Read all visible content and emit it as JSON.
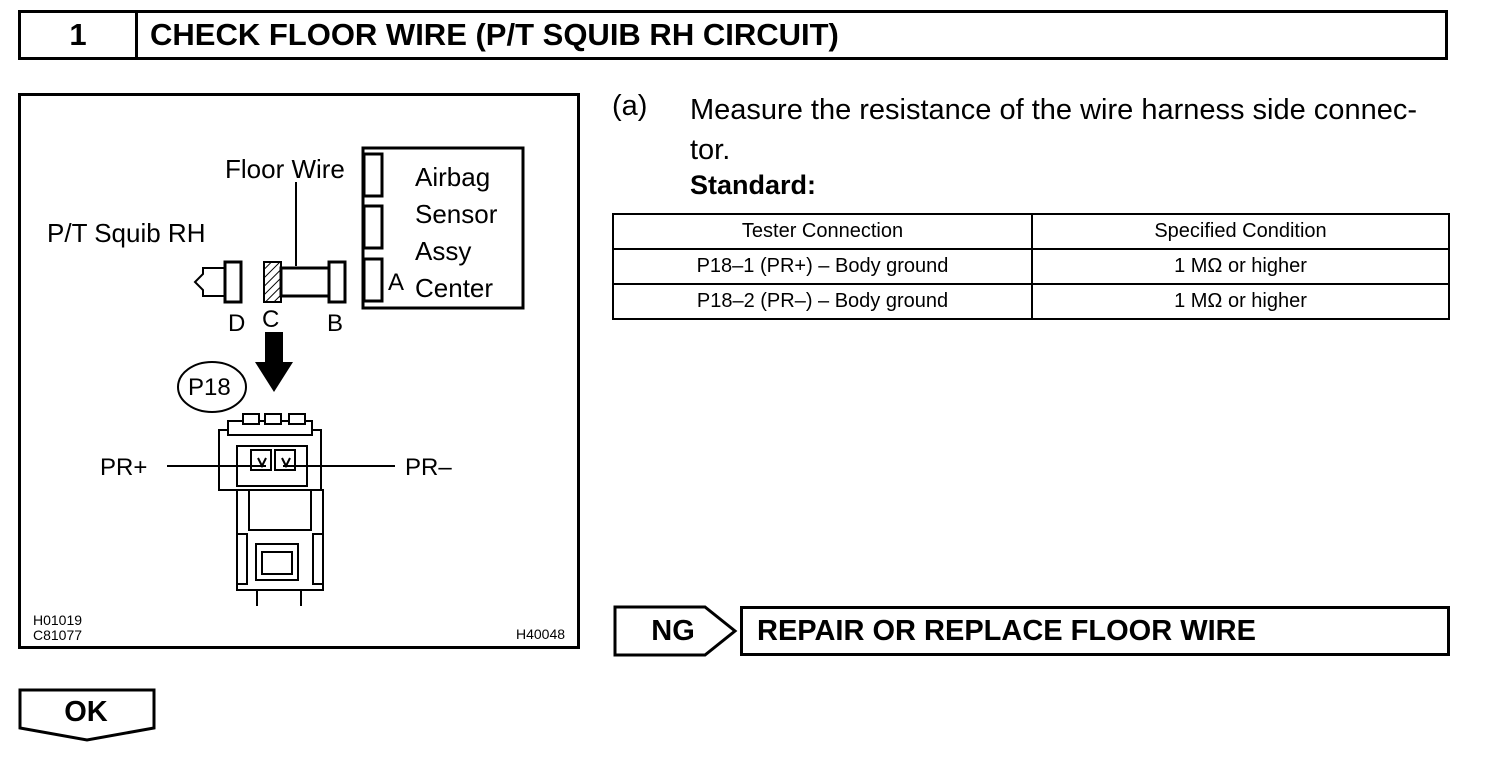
{
  "step": {
    "number": "1",
    "title": "CHECK FLOOR WIRE (P/T SQUIB RH CIRCUIT)"
  },
  "illustration": {
    "labels": {
      "floor_wire": "Floor Wire",
      "pt_squib": "P/T Squib RH",
      "airbag": "Airbag",
      "sensor": "Sensor",
      "assy": "Assy",
      "center": "Center",
      "a": "A",
      "b": "B",
      "c": "C",
      "d": "D",
      "connector": "P18",
      "pr_plus": "PR+",
      "pr_minus": "PR–"
    },
    "codes": {
      "left_top": "H01019",
      "left_bottom": "C81077",
      "right": "H40048"
    }
  },
  "instruction": {
    "marker": "(a)",
    "text": "Measure the resistance of the wire harness side connec-tor.",
    "standard_label": "Standard:"
  },
  "spec_table": {
    "headers": [
      "Tester Connection",
      "Specified Condition"
    ],
    "rows": [
      [
        "P18–1 (PR+) – Body ground",
        "1 MΩ or higher"
      ],
      [
        "P18–2 (PR–) – Body ground",
        "1 MΩ or higher"
      ]
    ]
  },
  "ng": {
    "label": "NG",
    "result": "REPAIR OR REPLACE FLOOR WIRE"
  },
  "ok": {
    "label": "OK"
  }
}
